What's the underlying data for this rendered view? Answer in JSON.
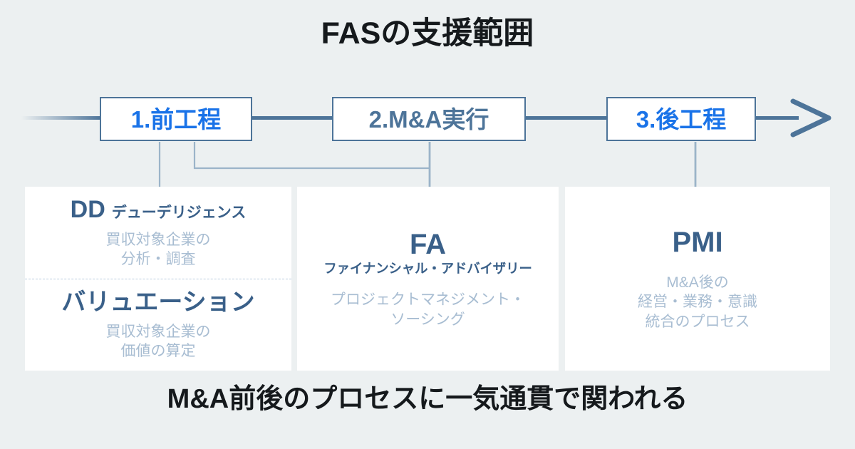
{
  "title": "FASの支援範囲",
  "caption": "M&A前後のプロセスに一気通貫で関われる",
  "colors": {
    "background": "#ecf0f1",
    "card_background": "#ffffff",
    "phase_border": "#4d7499",
    "phase_accent_blue": "#1a73e8",
    "phase_muted_blue": "#4d7499",
    "heading_blue": "#3a6089",
    "description_blue": "#a8bdd2",
    "connector_line": "#9bb4c9",
    "arrow": "#4d7499",
    "title_text": "#15191c"
  },
  "phases": [
    {
      "label": "1.前工程",
      "color": "#1a73e8"
    },
    {
      "label": "2.M&A実行",
      "color": "#4d7499"
    },
    {
      "label": "3.後工程",
      "color": "#1a73e8"
    }
  ],
  "cards": [
    {
      "sections": [
        {
          "abbr": "DD",
          "expansion": "デューデリジェンス",
          "description": "買収対象企業の\n分析・調査"
        },
        {
          "abbr": "バリュエーション",
          "expansion": "",
          "description": "買収対象企業の\n価値の算定"
        }
      ]
    },
    {
      "sections": [
        {
          "abbr": "FA",
          "expansion": "ファイナンシャル・アドバイザリー",
          "description": "プロジェクトマネジメント・\nソーシング"
        }
      ]
    },
    {
      "sections": [
        {
          "abbr": "PMI",
          "expansion": "",
          "description": "M&A後の\n経営・業務・意識\n統合のプロセス"
        }
      ]
    }
  ],
  "arrow": {
    "name": "process-flow-arrow",
    "direction": "right"
  }
}
